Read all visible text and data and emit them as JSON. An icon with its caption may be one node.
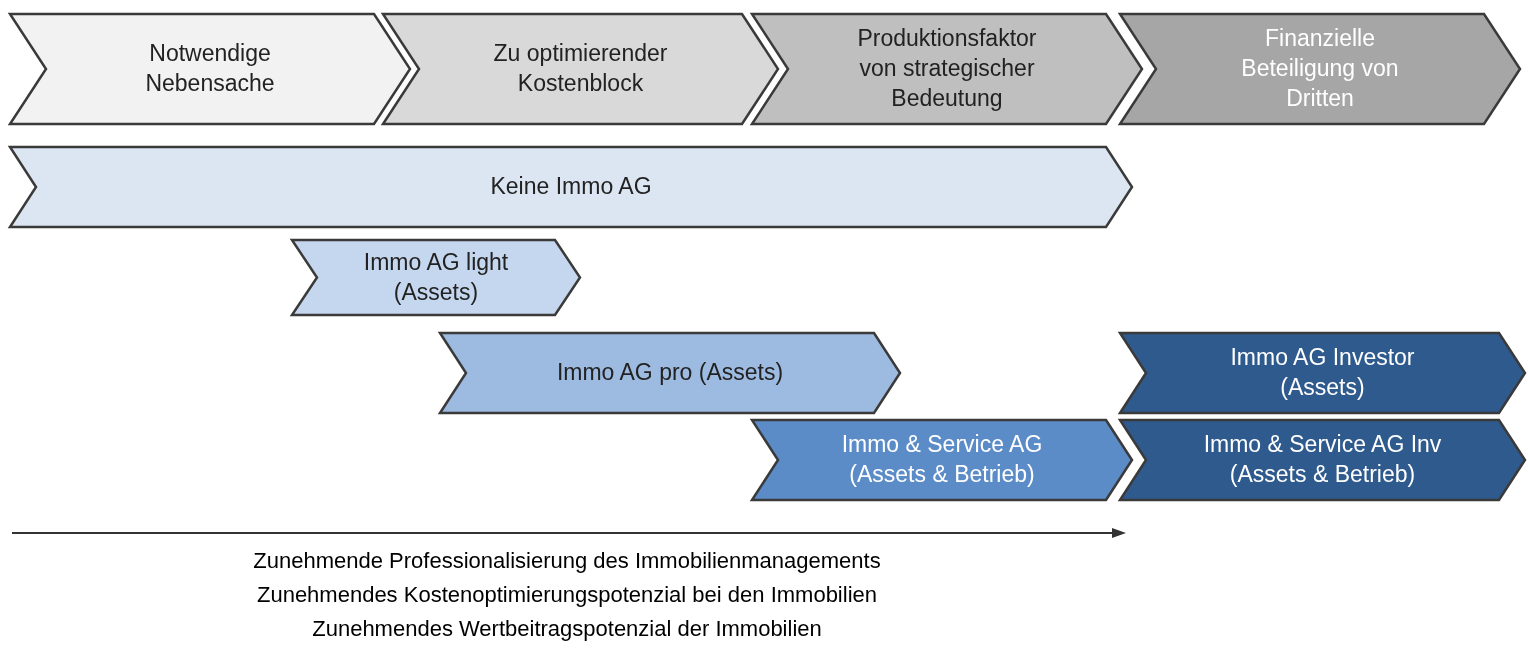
{
  "diagram": {
    "nodes": [
      {
        "text": [
          "Notwendige Nebensache"
        ]
      },
      {
        "text": [
          "Zu optimierender Kostenblock"
        ]
      },
      {
        "text": [
          "Produktionsfaktor von strategischer Bedeutung"
        ]
      },
      {
        "text": [
          "Finanzielle Beteiligung von Dritten"
        ]
      },
      {
        "text": [
          "Keine Immo AG"
        ]
      },
      {
        "text": [
          "Immo AG light (Assets)"
        ]
      },
      {
        "text": [
          "Immo AG pro (Assets)"
        ]
      },
      {
        "text": [
          "Immo & Service AG (Assets & Betrieb)"
        ]
      },
      {
        "text": [
          "Immo AG Investor (Assets)"
        ]
      },
      {
        "text": [
          "Immo & Service AG Inv (Assets & Betrieb)"
        ]
      }
    ],
    "edges": [],
    "labels": [
      "Zunehmende Professionalisierung des Immobilienmanagements",
      "Zunehmendes Kostenoptimierungspotenzial bei den Immobilien",
      "Zunehmendes Wertbeitragspotenzial der Immobilien"
    ]
  }
}
